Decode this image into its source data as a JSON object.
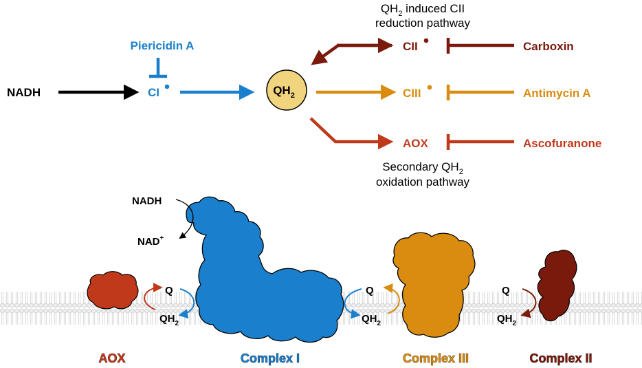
{
  "colors": {
    "black": "#000000",
    "blue": "#1a7fcc",
    "yellow": "#d98c10",
    "red": "#c0391b",
    "dark_red": "#7a1a0c",
    "qh2_fill": "#f0d47e",
    "membrane": "#e4e4e4"
  },
  "pathway": {
    "nadh": "NADH",
    "inhibitor_ci": "Piericidin A",
    "ci": "CI",
    "qh2": "QH",
    "qh2_sub": "2",
    "cii": "CII",
    "ciii": "CIII",
    "aox": "AOX",
    "inhibitor_cii": "Carboxin",
    "inhibitor_ciii": "Antimycin A",
    "inhibitor_aox": "Ascofuranone",
    "top_note": {
      "line1_a": "QH",
      "line1_sub": "2",
      "line1_b": " induced CII",
      "line2": "reduction pathway"
    },
    "bottom_note": {
      "line1_a": "Secondary QH",
      "line1_sub": "2",
      "line2": "oxidation pathway"
    }
  },
  "membrane_scene": {
    "nadh": "NADH",
    "nad": "NAD",
    "nad_sup": "+",
    "q": "Q",
    "qh": "QH",
    "qh_sub": "2",
    "labels": {
      "aox": "AOX",
      "complex_i": "Complex I",
      "complex_iii": "Complex III",
      "complex_ii": "Complex II"
    }
  }
}
